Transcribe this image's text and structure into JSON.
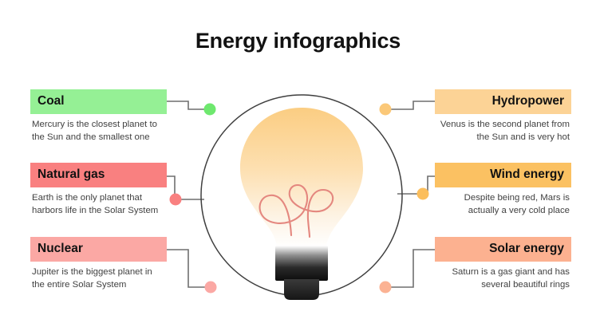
{
  "page": {
    "title": "Energy infographics",
    "background": "#ffffff"
  },
  "illustration": {
    "name": "light-bulb",
    "circle_stroke": "#3f3f3f",
    "glass_gradient_top": "#fbd08a",
    "glass_gradient_bottom": "#ffffff",
    "filament_color": "#e4877f",
    "base_top_color": "#ffffff",
    "base_bottom_color": "#101010",
    "base_cap_color": "#2e2e2e"
  },
  "connector_color": "#6f6f6f",
  "items": [
    {
      "id": "coal",
      "side": "left",
      "heading": "Coal",
      "description": "Mercury is the closest planet to the Sun and the smallest one",
      "color": "#95f095",
      "dot_color": "#6ee86e"
    },
    {
      "id": "natural-gas",
      "side": "left",
      "heading": "Natural gas",
      "description": "Earth is the only planet that harbors life in the Solar System",
      "color": "#f98080",
      "dot_color": "#f98080"
    },
    {
      "id": "nuclear",
      "side": "left",
      "heading": "Nuclear",
      "description": "Jupiter is the biggest planet in the entire Solar System",
      "color": "#fba8a4",
      "dot_color": "#fba8a4"
    },
    {
      "id": "hydropower",
      "side": "right",
      "heading": "Hydropower",
      "description": "Venus is the second planet from the Sun and is very hot",
      "color": "#fcd396",
      "dot_color": "#fbc878"
    },
    {
      "id": "wind-energy",
      "side": "right",
      "heading": "Wind energy",
      "description": "Despite being red, Mars is actually a very cold place",
      "color": "#fbc162",
      "dot_color": "#fbbe5c"
    },
    {
      "id": "solar-energy",
      "side": "right",
      "heading": "Solar energy",
      "description": "Saturn is a gas giant and has several beautiful rings",
      "color": "#fcb190",
      "dot_color": "#fbb293"
    }
  ]
}
